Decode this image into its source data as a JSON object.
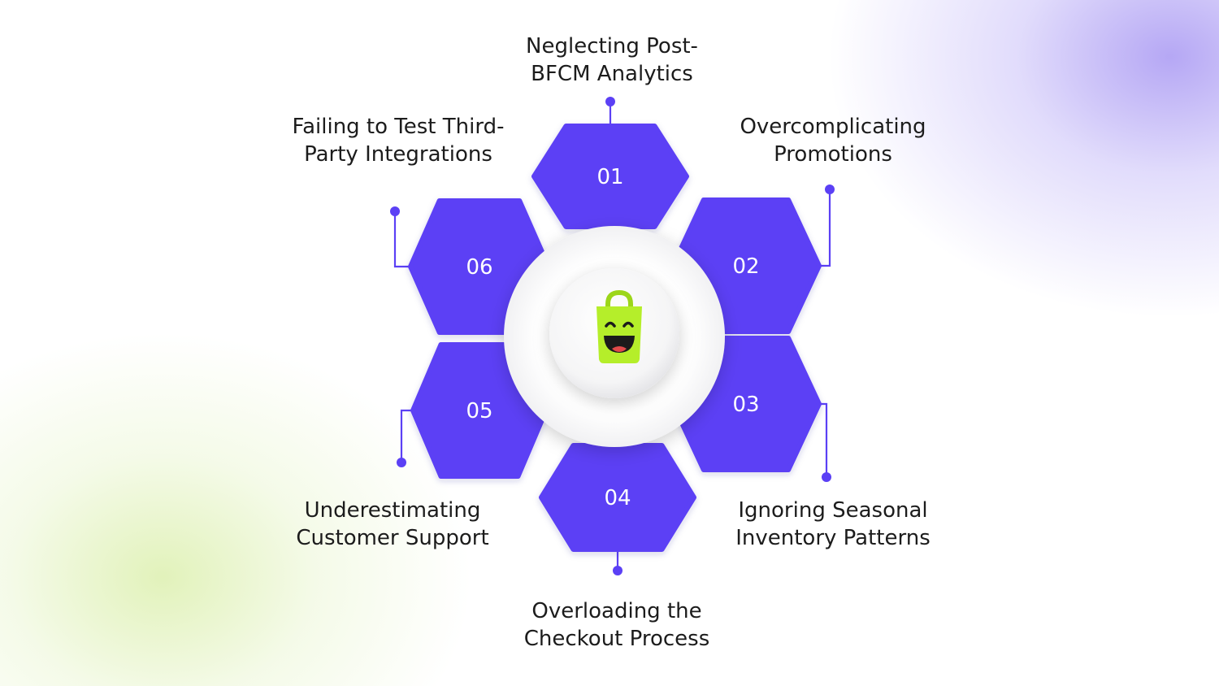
{
  "colors": {
    "hexagon": "#5b40f5",
    "connector": "#5b40f5",
    "label_text": "#1c1c1c",
    "number_text": "#ffffff",
    "bag_body": "#b5ee2a",
    "bag_handle": "#9cd61a",
    "bag_face": "#1b1b1b"
  },
  "center_icon": "smiling-shopping-bag-icon",
  "items": [
    {
      "number": "01",
      "title_line1": "Neglecting Post-",
      "title_line2": "BFCM Analytics"
    },
    {
      "number": "02",
      "title_line1": "Overcomplicating",
      "title_line2": "Promotions"
    },
    {
      "number": "03",
      "title_line1": "Ignoring Seasonal",
      "title_line2": "Inventory Patterns"
    },
    {
      "number": "04",
      "title_line1": "Overloading the",
      "title_line2": "Checkout Process"
    },
    {
      "number": "05",
      "title_line1": "Underestimating",
      "title_line2": "Customer Support"
    },
    {
      "number": "06",
      "title_line1": "Failing to Test Third-",
      "title_line2": "Party Integrations"
    }
  ]
}
